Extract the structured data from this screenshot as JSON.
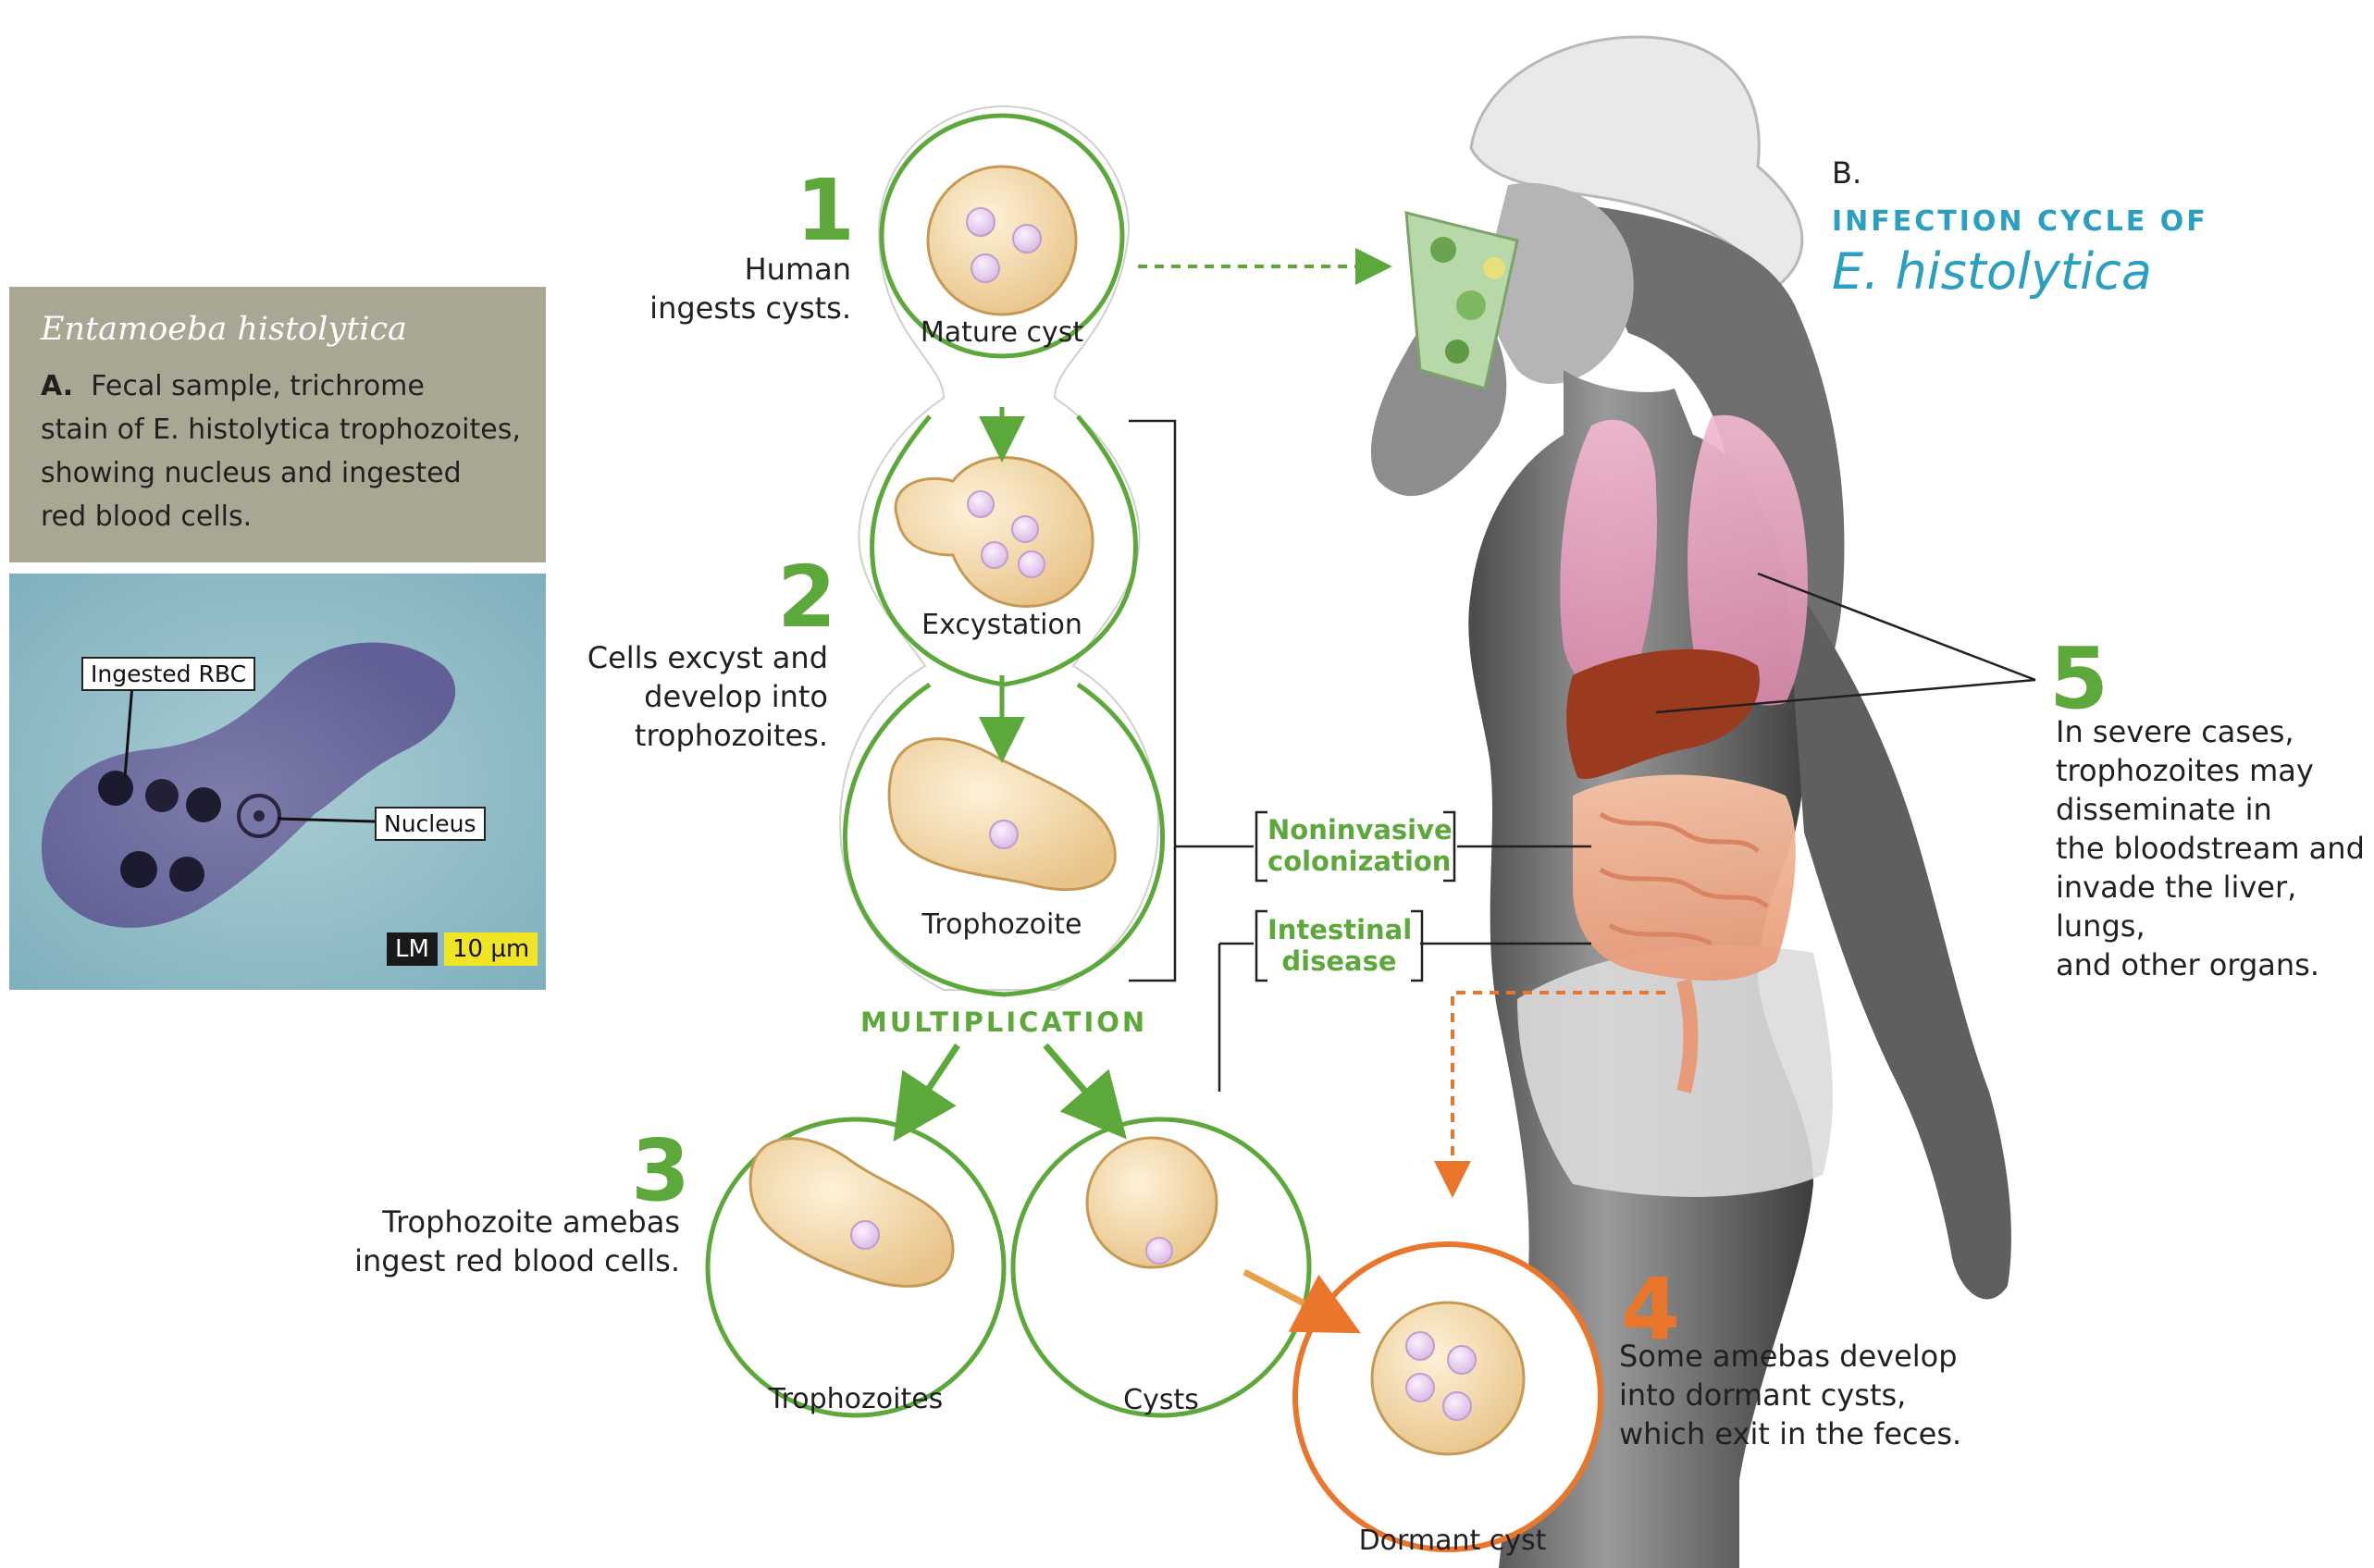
{
  "panel_a": {
    "species": "Entamoeba histolytica",
    "letter": "A.",
    "description_lines": [
      "Fecal sample, trichrome",
      "stain of E. histolytica trophozoites,",
      "showing nucleus and ingested",
      "red blood cells."
    ],
    "micro_labels": {
      "rbc": "Ingested RBC",
      "nucleus": "Nucleus",
      "lm": "LM",
      "scale": "10 µm"
    }
  },
  "panel_b": {
    "letter": "B.",
    "heading": "INFECTION CYCLE OF",
    "species": "E. histolytica"
  },
  "steps": [
    {
      "num": "1",
      "text_lines": [
        "Human",
        "ingests cysts."
      ]
    },
    {
      "num": "2",
      "text_lines": [
        "Cells excyst and",
        "develop into",
        "trophozoites."
      ]
    },
    {
      "num": "3",
      "text_lines": [
        "Trophozoite amebas",
        "ingest red blood cells."
      ]
    },
    {
      "num": "4",
      "text_lines": [
        "Some amebas develop",
        "into dormant cysts,",
        "which exit in the feces."
      ]
    },
    {
      "num": "5",
      "text_lines": [
        "In severe cases,",
        "trophozoites may",
        "disseminate in",
        "the bloodstream and",
        "invade the liver, lungs,",
        "and other organs."
      ]
    }
  ],
  "stages": {
    "mature_cyst": "Mature cyst",
    "excystation": "Excystation",
    "trophozoite": "Trophozoite",
    "multiplication": "MULTIPLICATION",
    "trophozoites": "Trophozoites",
    "cysts": "Cysts",
    "dormant_cyst": "Dormant cyst"
  },
  "brackets": {
    "noninvasive": [
      "Noninvasive",
      "colonization"
    ],
    "intestinal": [
      "Intestinal",
      "disease"
    ]
  },
  "colors": {
    "green": "#5da83b",
    "orange": "#e9762b",
    "cyan": "#2a9fc1",
    "cell": "#f3ddb0",
    "panel": "#a9a794"
  }
}
